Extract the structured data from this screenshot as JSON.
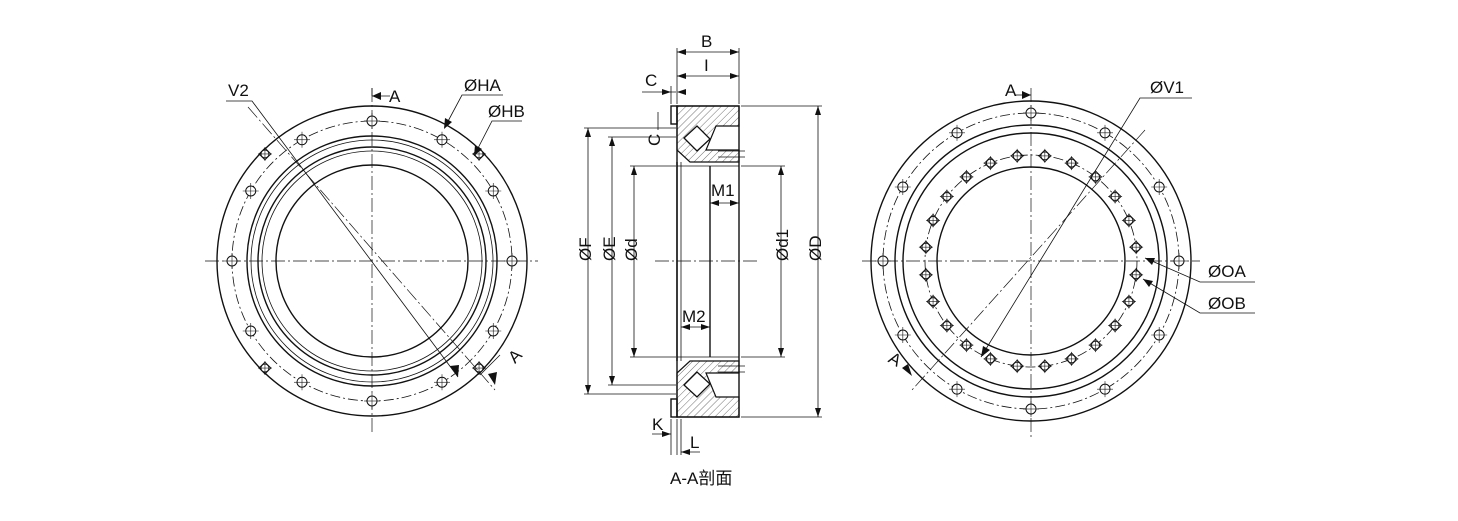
{
  "labels": {
    "front": {
      "v2": "V2",
      "a_top": "A",
      "a_bottom": "A",
      "ha": "ØHA",
      "hb": "ØHB"
    },
    "section": {
      "b": "B",
      "i": "I",
      "c_top": "C",
      "c_side": "C",
      "f": "ØF",
      "e": "ØE",
      "d": "Ød",
      "m1": "M1",
      "m2": "M2",
      "d1": "Ød1",
      "D": "ØD",
      "k": "K",
      "l": "L",
      "caption": "A-A剖面"
    },
    "back": {
      "v1": "ØV1",
      "a_top": "A",
      "a_bottom": "A",
      "oa": "ØOA",
      "ob": "ØOB"
    }
  }
}
